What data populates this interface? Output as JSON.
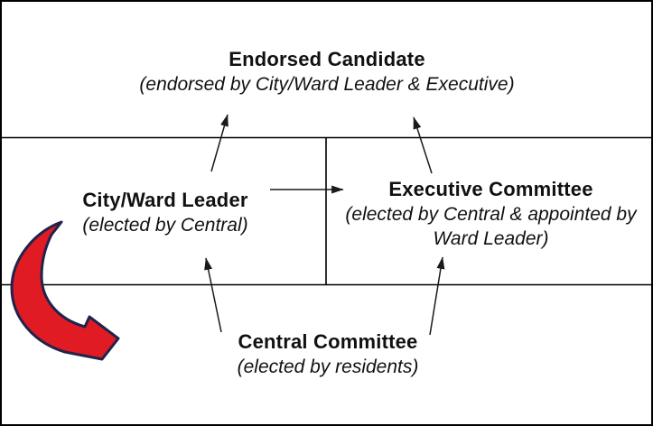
{
  "diagram": {
    "title": "Party endorsement structure flow chart",
    "nodes": {
      "endorsed_candidate": {
        "title": "Endorsed Candidate",
        "subtitle": "(endorsed by City/Ward Leader & Executive)"
      },
      "city_ward_leader": {
        "title": "City/Ward Leader",
        "subtitle": "(elected by Central)"
      },
      "executive_committee": {
        "title": "Executive Committee",
        "subtitle": "(elected by Central & appointed by Ward Leader)"
      },
      "central_committee": {
        "title": "Central Committee",
        "subtitle": "(elected by residents)"
      }
    },
    "edges": [
      {
        "from": "city_ward_leader",
        "to": "endorsed_candidate",
        "style": "thin-black-arrow"
      },
      {
        "from": "executive_committee",
        "to": "endorsed_candidate",
        "style": "thin-black-arrow"
      },
      {
        "from": "city_ward_leader",
        "to": "executive_committee",
        "style": "thin-black-arrow"
      },
      {
        "from": "central_committee",
        "to": "city_ward_leader",
        "style": "thin-black-arrow"
      },
      {
        "from": "central_committee",
        "to": "executive_committee",
        "style": "thin-black-arrow"
      }
    ],
    "icons": {
      "curved_arrow": "red-curved-arrow-icon"
    },
    "colors": {
      "background": "#ffffff",
      "border": "#000000",
      "connector": "#1a1a1a",
      "red_arrow_fill": "#e01b24",
      "red_arrow_outline": "#20234a"
    }
  }
}
